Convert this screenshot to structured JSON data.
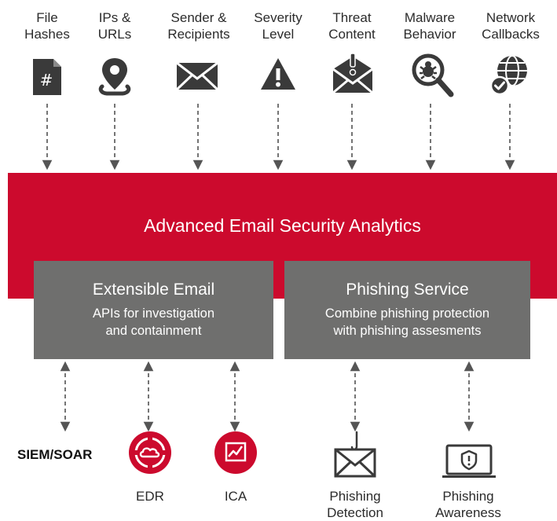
{
  "inputs": [
    {
      "label": "File\nHashes",
      "icon": "hash-file-icon"
    },
    {
      "label": "IPs &\nURLs",
      "icon": "location-pin-icon"
    },
    {
      "label": "Sender &\nRecipients",
      "icon": "envelope-icon"
    },
    {
      "label": "Severity\nLevel",
      "icon": "warning-triangle-icon"
    },
    {
      "label": "Threat\nContent",
      "icon": "envelope-alert-icon"
    },
    {
      "label": "Malware\nBehavior",
      "icon": "magnifier-bug-icon"
    },
    {
      "label": "Network\nCallbacks",
      "icon": "globe-check-icon"
    }
  ],
  "banner": {
    "title": "Advanced Email Security Analytics"
  },
  "panels": [
    {
      "title": "Extensible Email",
      "subtitle_line1": "APIs for investigation",
      "subtitle_line2": "and containment"
    },
    {
      "title": "Phishing Service",
      "subtitle_line1": "Combine phishing protection",
      "subtitle_line2": "with phishing assesments"
    }
  ],
  "outputs": {
    "siem": "SIEM/SOAR",
    "edr": "EDR",
    "ica": "ICA",
    "phishing_detection": "Phishing\nDetection",
    "phishing_awareness": "Phishing\nAwareness"
  },
  "colors": {
    "brand_red": "#cc0a2d",
    "panel_gray": "#6f6f6e",
    "icon_dark": "#3a3a3a"
  }
}
